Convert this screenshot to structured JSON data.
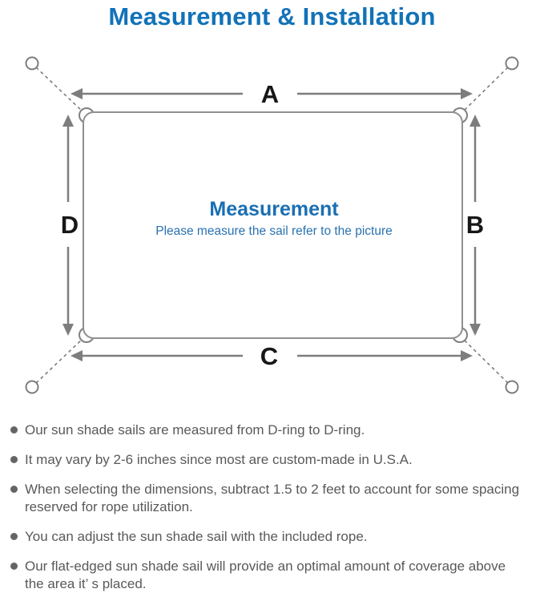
{
  "page": {
    "title": "Measurement & Installation"
  },
  "diagram": {
    "labels": {
      "top": "A",
      "right": "B",
      "bottom": "C",
      "left": "D"
    },
    "center_heading": "Measurement",
    "center_subtitle": "Please measure the sail refer to the picture"
  },
  "colors": {
    "title_blue": "#1272b8",
    "center_heading_blue": "#1a6fb3",
    "center_subtitle_blue": "#2a72b0",
    "outline_gray": "#909090",
    "arrow_gray": "#7d7d7d",
    "label_black": "#171717",
    "note_text_gray": "#58595b",
    "bullet_dot_gray": "#646464"
  },
  "notes": {
    "items": [
      "Our sun shade sails are measured from D-ring to D-ring.",
      "It may vary by 2-6 inches since most are custom-made in U.S.A.",
      "When selecting the dimensions, subtract 1.5 to 2 feet to account for some spacing\nreserved for rope utilization.",
      "You can adjust the sun shade sail with the included rope.",
      "Our flat-edged sun shade sail will provide an optimal amount of coverage above\nthe area it’ s placed."
    ]
  }
}
